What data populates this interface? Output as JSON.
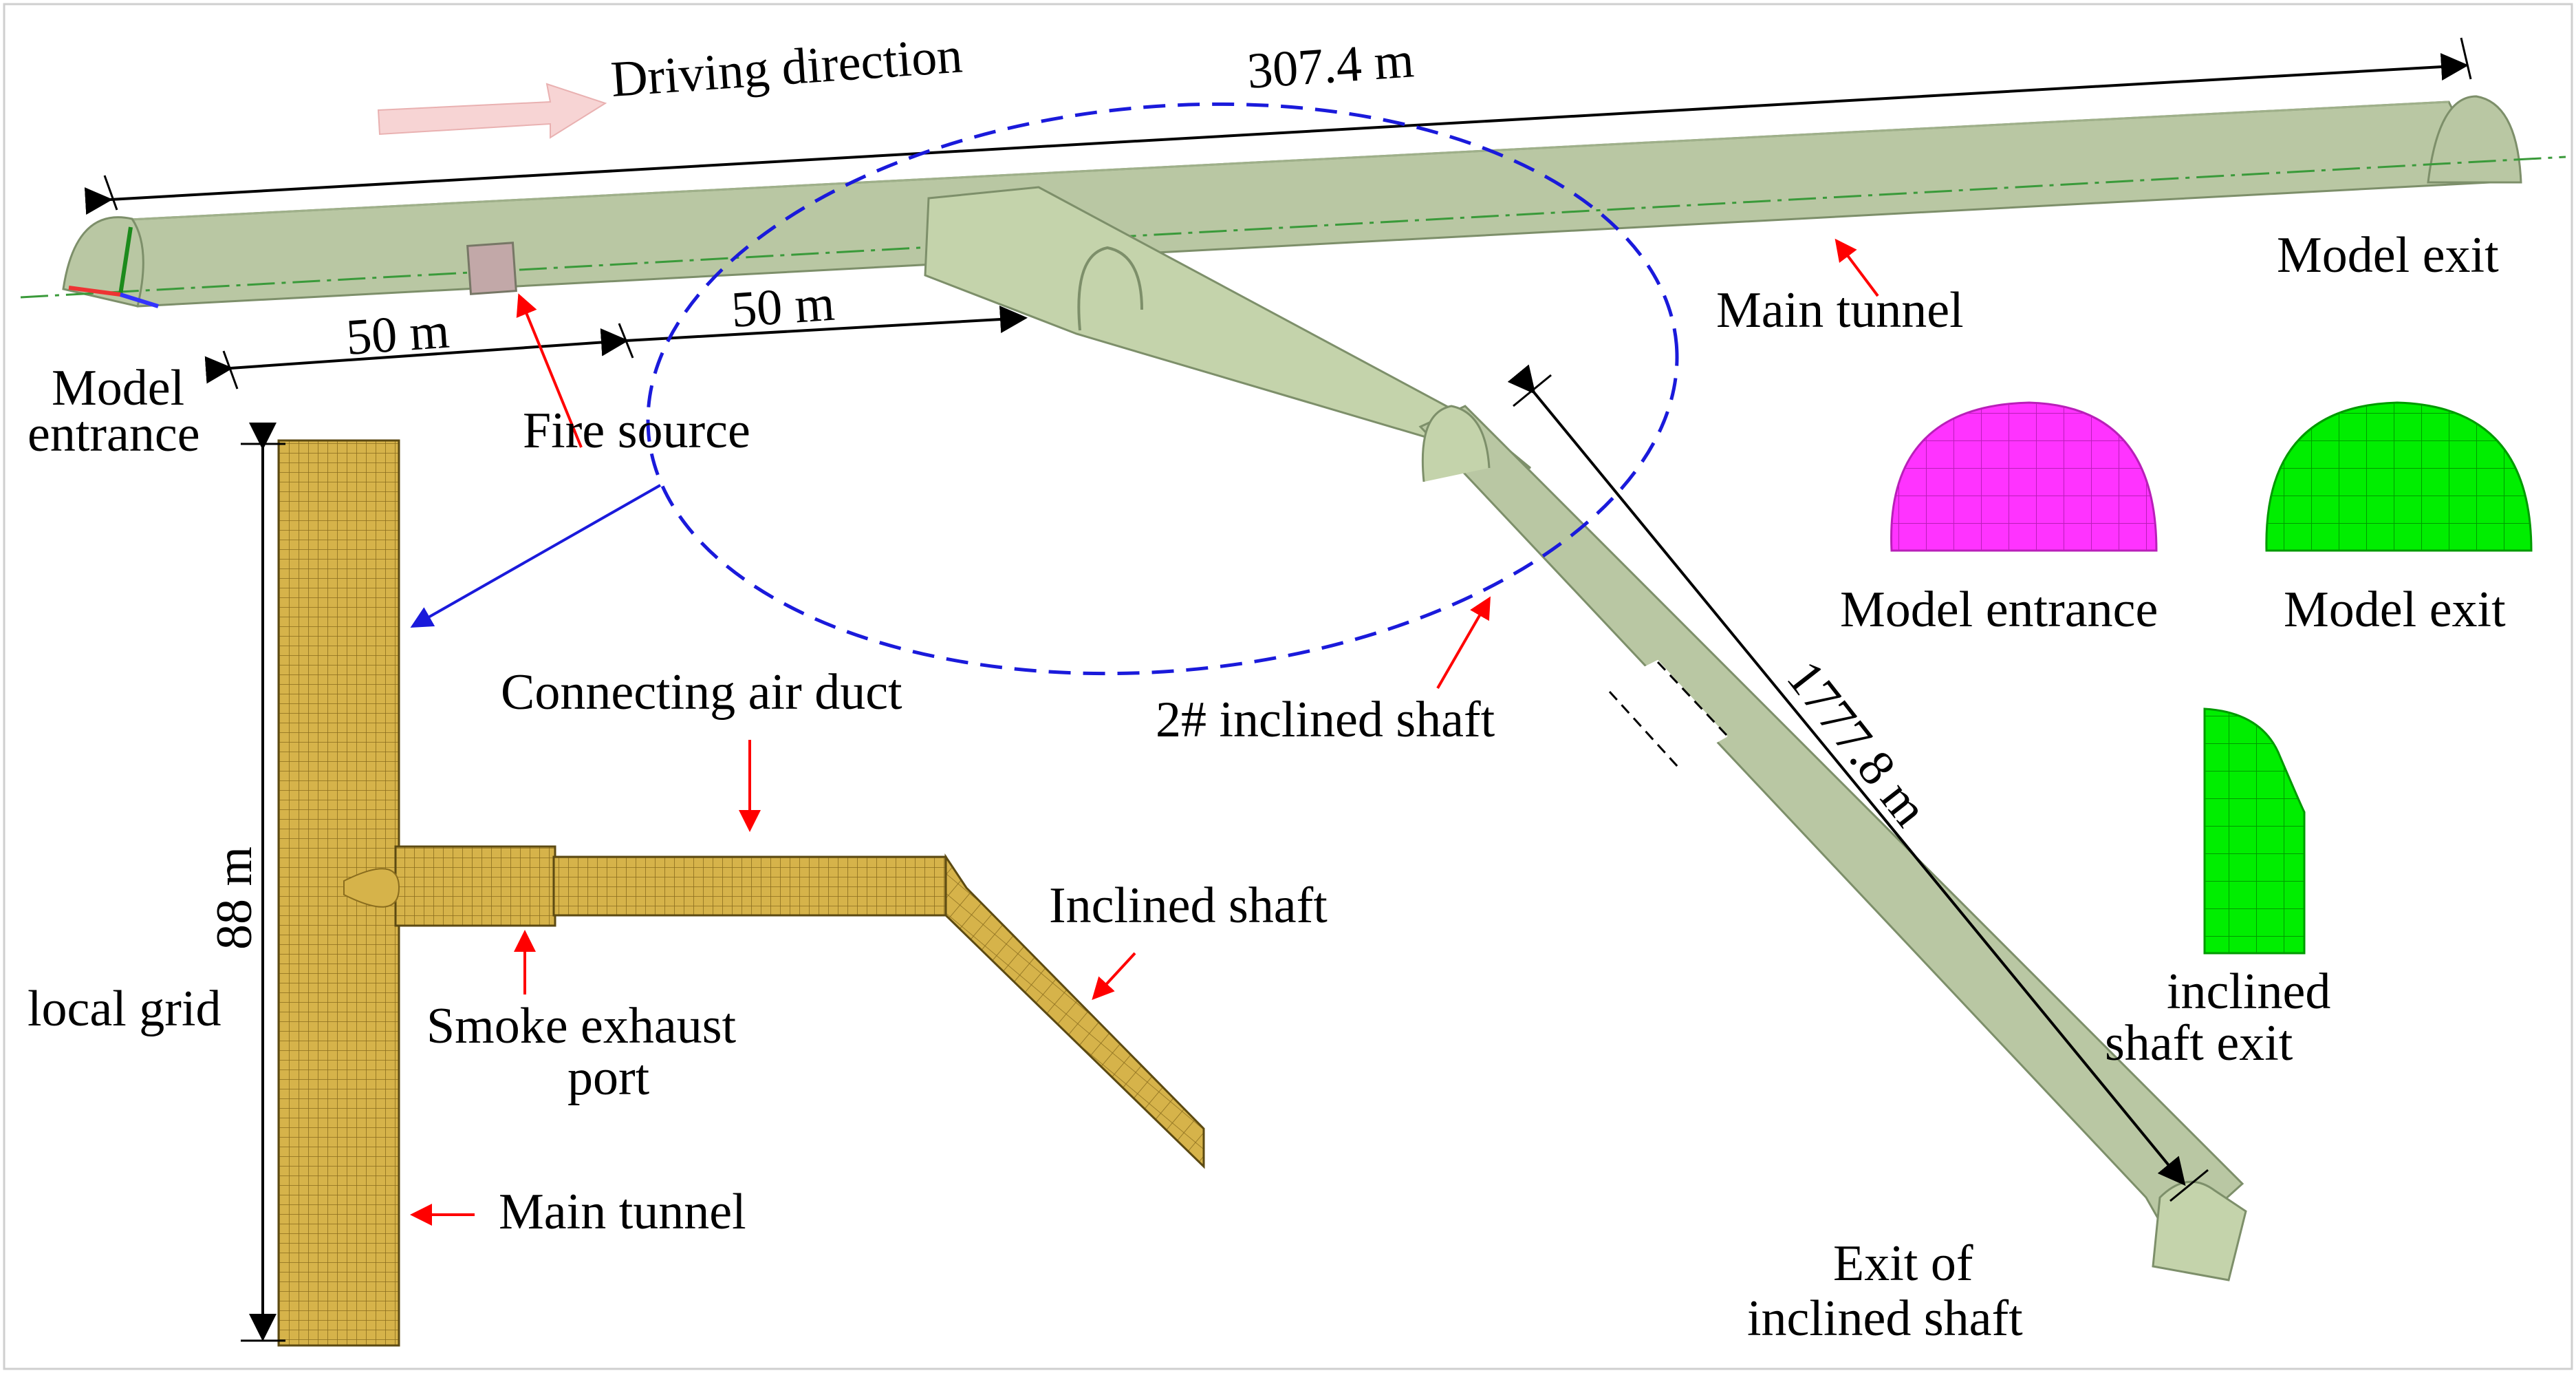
{
  "labels": {
    "driving_direction": "Driving direction",
    "main_length": "307.4 m",
    "seg1_length": "50 m",
    "seg2_length": "50 m",
    "model_entrance_top": "Model",
    "model_entrance_bottom": "entrance",
    "fire_source": "Fire source",
    "main_tunnel_top": "Main tunnel",
    "model_exit_top": "Model exit",
    "shaft_length": "1777.8 m",
    "inclined_shaft_2": "2# inclined shaft",
    "exit_shaft_line1": "Exit of",
    "exit_shaft_line2": "inclined shaft",
    "section_entrance": "Model entrance",
    "section_exit": "Model exit",
    "section_shaft_line1": "inclined",
    "section_shaft_line2": "shaft exit",
    "connecting_duct": "Connecting air duct",
    "inclined_shaft": "Inclined shaft",
    "smoke_port_line1": "Smoke exhaust",
    "smoke_port_line2": "port",
    "main_tunnel_grid": "Main tunnel",
    "local_grid": "local grid",
    "grid_height": "88 m"
  },
  "colors": {
    "tunnel_fill": "#b9c7a3",
    "tunnel_stroke": "#7d8f6a",
    "mesh_fill": "#d6b34a",
    "mesh_line": "#8a6d1e",
    "entrance_section": "#ff33ff",
    "exit_section": "#00ee00",
    "arrow_red": "#ff0000",
    "ellipse_blue": "#1a1adb",
    "centerline": "#3a9a3a"
  }
}
